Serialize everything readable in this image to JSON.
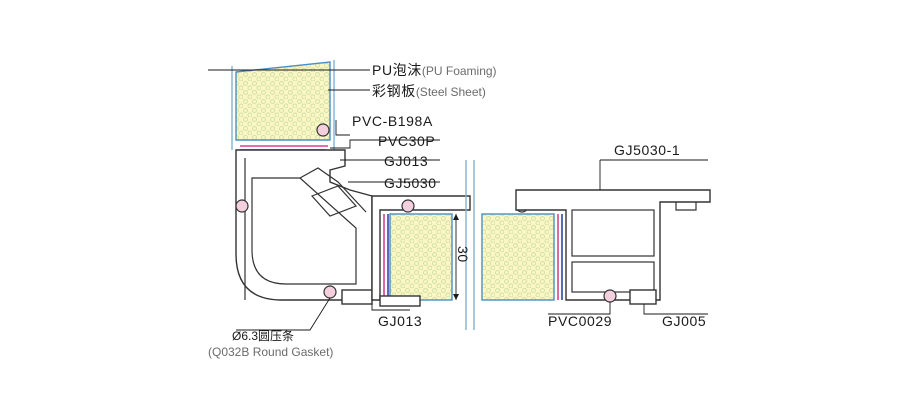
{
  "labels": {
    "pu_foaming_cn": "PU泡沫",
    "pu_foaming_en": "(PU Foaming)",
    "steel_sheet_cn": "彩钢板",
    "steel_sheet_en": "(Steel Sheet)",
    "pvc_b198a": "PVC-B198A",
    "pvc30p": "PVC30P",
    "gj013_top": "GJ013",
    "gj5030": "GJ5030",
    "gj5030_1": "GJ5030-1",
    "dimension_30": "30",
    "round_gasket_cn": "Ø6.3圆压条",
    "round_gasket_en": "(Q032B Round Gasket)",
    "gj013_bottom": "GJ013",
    "pvc0029": "PVC0029",
    "gj005": "GJ005"
  },
  "colors": {
    "profile": "#333333",
    "foam_fill": "#fbf6c4",
    "foam_dot": "#cfe3a6",
    "foam_edge": "#4a8fc4",
    "pink_gasket": "#d9418f",
    "blue_seal": "#2b4aa8",
    "glass": "#7fb4d8"
  }
}
